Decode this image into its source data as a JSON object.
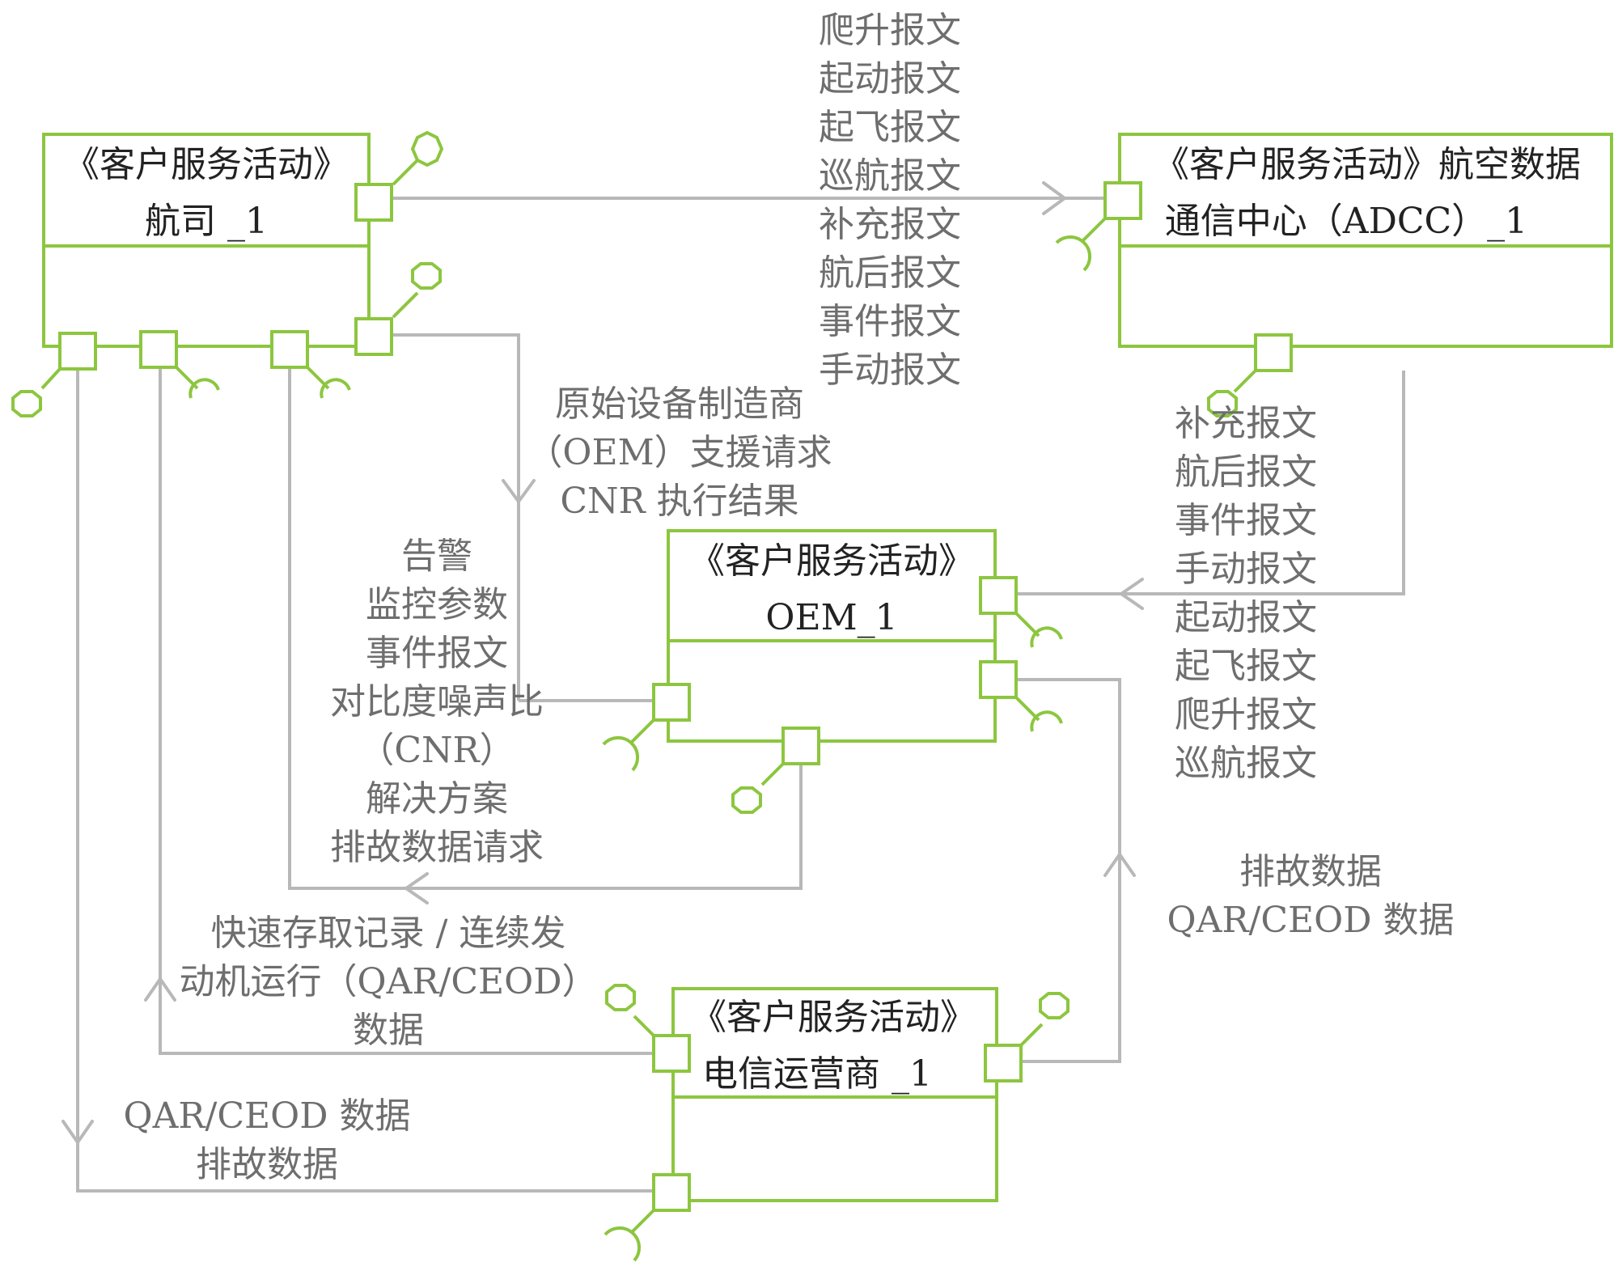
{
  "components": {
    "airline": {
      "stereotype": "《客户服务活动》",
      "name": "航司 _1"
    },
    "adcc": {
      "stereotype": "《客户服务活动》航空数据",
      "name": "通信中心（ADCC）_1"
    },
    "oem": {
      "stereotype": "《客户服务活动》",
      "name": "OEM_1"
    },
    "telecom": {
      "stereotype": "《客户服务活动》",
      "name": "电信运营商 _1"
    }
  },
  "flows": {
    "airline_to_adcc": [
      "爬升报文",
      "起动报文",
      "起飞报文",
      "巡航报文",
      "补充报文",
      "航后报文",
      "事件报文",
      "手动报文"
    ],
    "airline_to_oem": [
      "原始设备制造商",
      "（OEM）支援请求",
      "CNR 执行结果"
    ],
    "oem_to_airline": [
      "告警",
      "监控参数",
      "事件报文",
      "对比度噪声比",
      "（CNR）",
      "解决方案",
      "排故数据请求"
    ],
    "adcc_to_oem": [
      "补充报文",
      "航后报文",
      "事件报文",
      "手动报文",
      "起动报文",
      "起飞报文",
      "爬升报文",
      "巡航报文"
    ],
    "telecom_to_oem": [
      "排故数据",
      "QAR/CEOD 数据"
    ],
    "telecom_to_airline": [
      "快速存取记录 / 连续发",
      "动机运行（QAR/CEOD）",
      "数据"
    ],
    "airline_to_telecom": [
      "QAR/CEOD 数据",
      "排故数据"
    ]
  },
  "colors": {
    "component_stroke": "#8cc63f",
    "flow_line": "#b8b8b8",
    "title_text": "#222222",
    "label_text": "#6e6e6e"
  }
}
